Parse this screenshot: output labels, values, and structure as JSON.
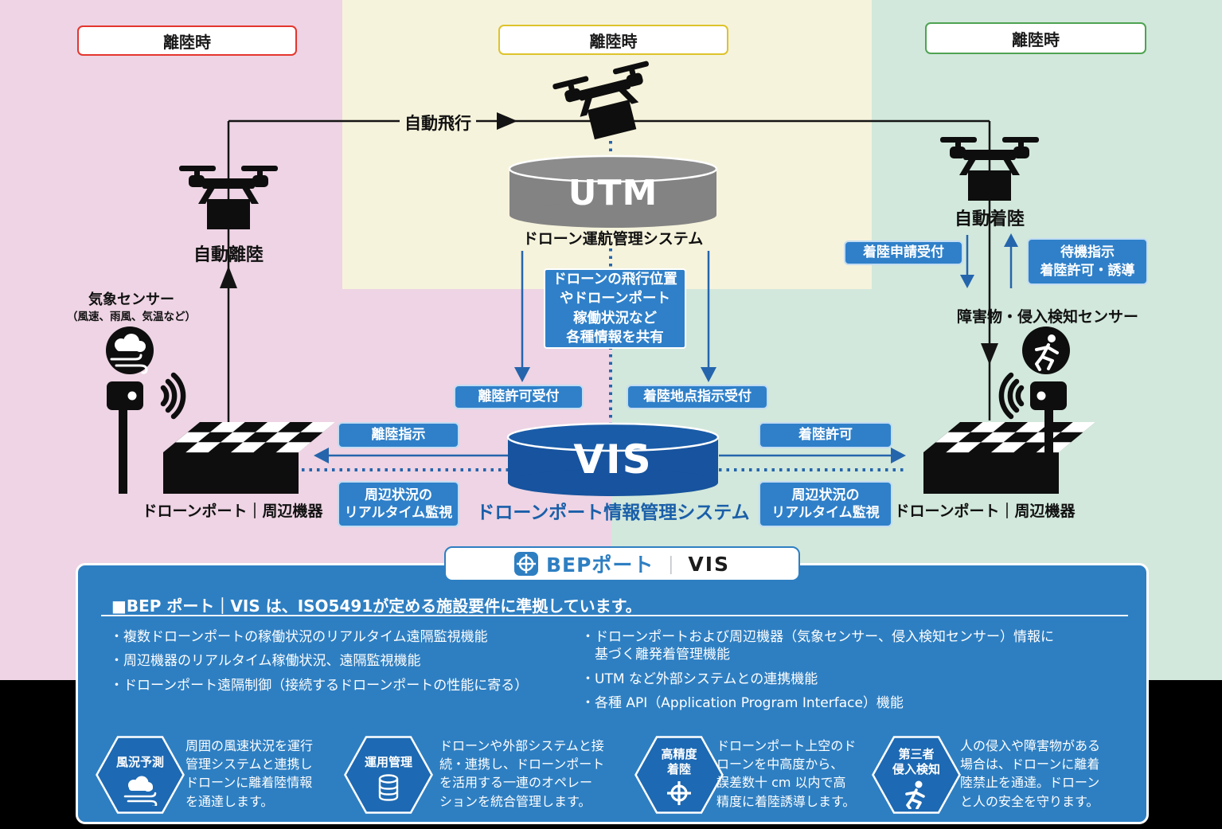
{
  "sections": {
    "left": {
      "label": "離陸時"
    },
    "center": {
      "label": "離陸時"
    },
    "right": {
      "label": "離陸時"
    }
  },
  "flow": {
    "auto_flight": "自動飛行",
    "auto_takeoff": "自動離陸",
    "auto_landing": "自動着陸"
  },
  "utm": {
    "name": "UTM",
    "subtitle": "ドローン運航管理システム"
  },
  "vis": {
    "name": "VIS",
    "subtitle": "ドローンポート情報管理システム"
  },
  "messages": {
    "share_info": "ドローンの飛行位置\nやドローンポート\n稼働状況など\n各種情報を共有",
    "takeoff_permit_accept": "離陸許可受付",
    "landing_point_accept": "着陸地点指示受付",
    "takeoff_command": "離陸指示",
    "landing_permit": "着陸許可",
    "monitor_left": "周辺状況の\nリアルタイム監視",
    "monitor_right": "周辺状況の\nリアルタイム監視",
    "landing_request_accept": "着陸申請受付",
    "standby_guidance": "待機指示\n着陸許可・誘導"
  },
  "equipment": {
    "weather_sensor": "気象センサー",
    "weather_sensor_note": "（風速、雨風、気温など）",
    "intrusion_sensor": "障害物・侵入検知センサー",
    "port_left": "ドローンポート｜周辺機器",
    "port_right": "ドローンポート｜周辺機器"
  },
  "panel": {
    "badge": {
      "brand": "BEPポート",
      "divider": "｜",
      "product": "VIS"
    },
    "heading": "■BEP ポート｜VIS は、ISO5491が定める施設要件に準拠しています。",
    "bullets_left": [
      "・複数ドローンポートの稼働状況のリアルタイム遠隔監視機能",
      "・周辺機器のリアルタイム稼働状況、遠隔監視機能",
      "・ドローンポート遠隔制御（接続するドローンポートの性能に寄る）"
    ],
    "bullets_right": [
      "・ドローンポートおよび周辺機器（気象センサー、侵入検知センサー）情報に\n　基づく離発着管理機能",
      "・UTM など外部システムとの連携機能",
      "・各種 API（Application Program Interface）機能"
    ],
    "features": [
      {
        "title": "風況予測",
        "desc": "周囲の風速状況を運行\n管理システムと連携し\nドローンに離着陸情報\nを通達します。"
      },
      {
        "title": "運用管理",
        "desc": "ドローンや外部システムと接\n続・連携し、ドローンポート\nを活用する一連のオペレー\nションを統合管理します。"
      },
      {
        "title": "高精度\n着陸",
        "desc": "ドローンポート上空のド\nローンを中高度から、\n誤差数十 cm 以内で高\n精度に着陸誘導します。"
      },
      {
        "title": "第三者\n侵入検知",
        "desc": "人の侵入や障害物がある\n場合は、ドローンに離着\n陸禁止を通達。ドローン\nと人の安全を守ります。"
      }
    ]
  },
  "colors": {
    "section_left_border": "#e3362e",
    "section_center_border": "#ddc32b",
    "section_right_border": "#4fa352",
    "panel_blue": "#2e7fc2",
    "pill_blue": "#2f80c9",
    "vis_cylinder_blue": "#17539e",
    "utm_cylinder_gray": "#838383",
    "arrow_blue": "#2565ac",
    "bg_pink": "#eed4e4",
    "bg_yellow": "#f6f3dc",
    "bg_green": "#d2e8dc"
  }
}
